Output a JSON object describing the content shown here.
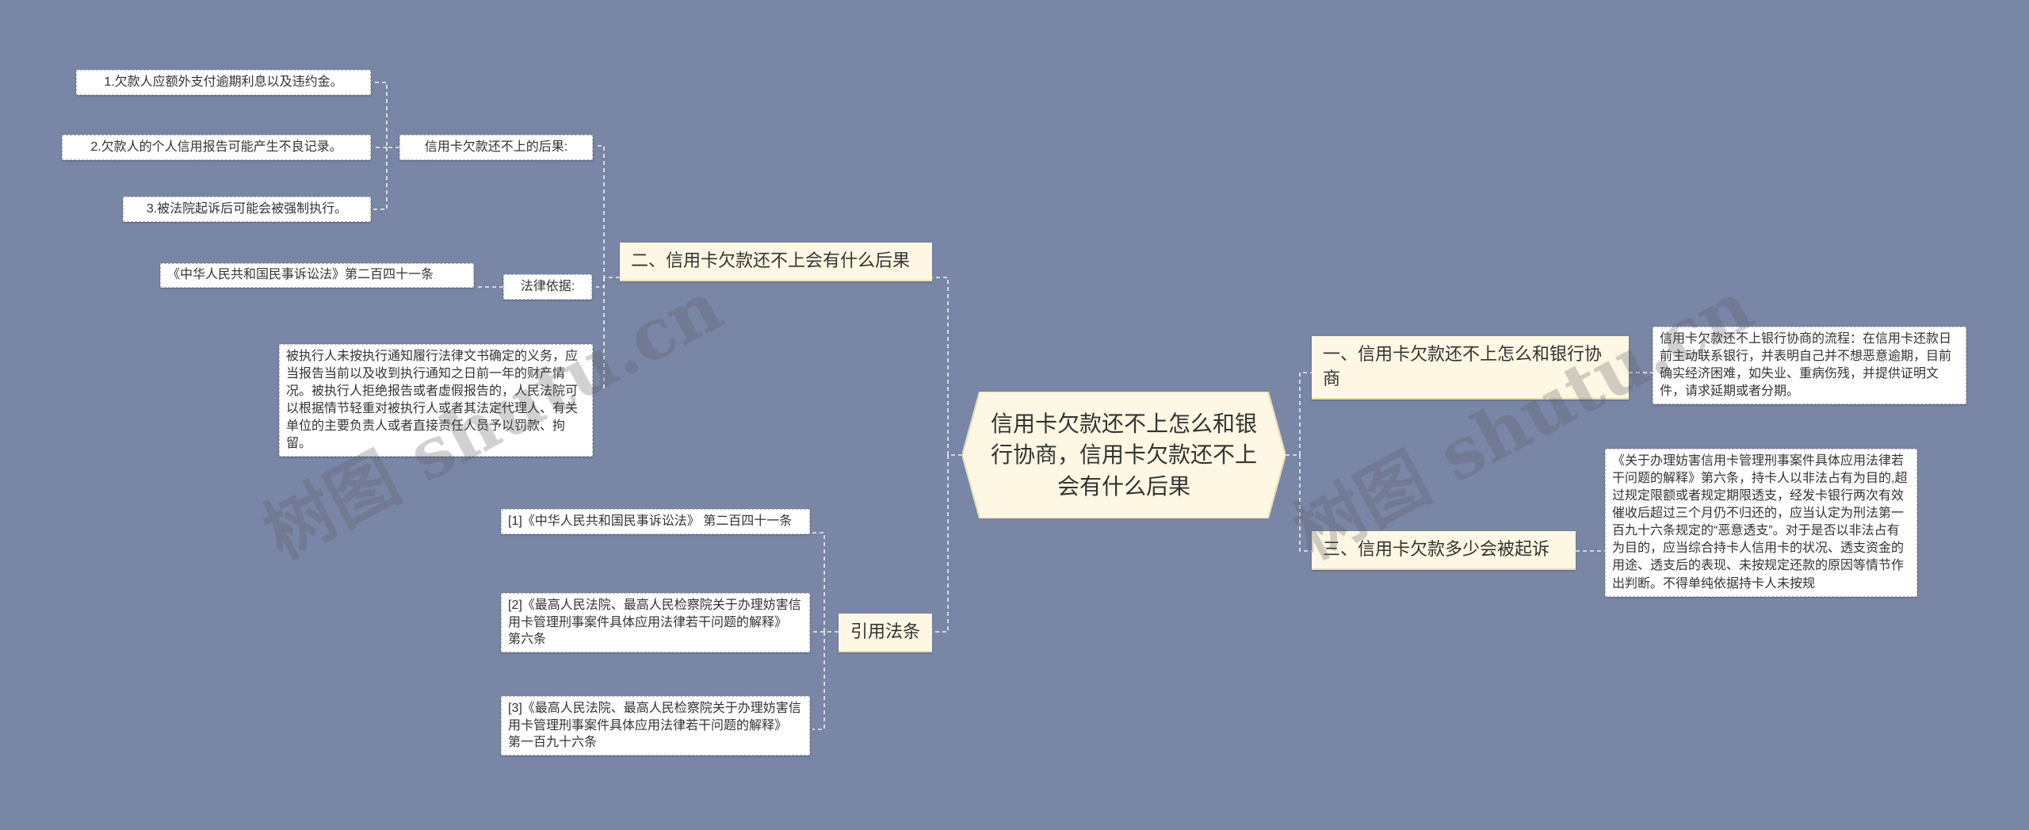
{
  "center": {
    "label": "信用卡欠款还不上怎么和银行协商，信用卡欠款还不上会有什么后果"
  },
  "branches": {
    "b1": "一、信用卡欠款还不上怎么和银行协商",
    "b2": "二、信用卡欠款还不上会有什么后果",
    "b3": "三、信用卡欠款多少会被起诉",
    "b4": "引用法条"
  },
  "left": {
    "consequences_label": "信用卡欠款还不上的后果:",
    "c1": "1.欠款人应额外支付逾期利息以及违约金。",
    "c2": "2.欠款人的个人信用报告可能产生不良记录。",
    "c3": "3.被法院起诉后可能会被强制执行。",
    "legal_basis_label": "法律依据:",
    "law1": "《中华人民共和国民事诉讼法》第二百四十一条",
    "law_text": "被执行人未按执行通知履行法律文书确定的义务，应当报告当前以及收到执行通知之日前一年的财产情况。被执行人拒绝报告或者虚假报告的，人民法院可以根据情节轻重对被执行人或者其法定代理人、有关单位的主要负责人或者直接责任人员予以罚款、拘留。",
    "ref1": "[1]《中华人民共和国民事诉讼法》 第二百四十一条",
    "ref2": "[2]《最高人民法院、最高人民检察院关于办理妨害信用卡管理刑事案件具体应用法律若干问题的解释》 第六条",
    "ref3": "[3]《最高人民法院、最高人民检察院关于办理妨害信用卡管理刑事案件具体应用法律若干问题的解释》 第一百九十六条"
  },
  "right": {
    "negotiate_text": "信用卡欠款还不上银行协商的流程：在信用卡还款日前主动联系银行，并表明自己并不想恶意逾期，目前确实经济困难，如失业、重病伤残，并提供证明文件，请求延期或者分期。",
    "prosecute_text": "《关于办理妨害信用卡管理刑事案件具体应用法律若干问题的解释》第六条，持卡人以非法占有为目的,超过规定限额或者规定期限透支，经发卡银行两次有效催收后超过三个月仍不归还的，应当认定为刑法第一百九十六条规定的“恶意透支”。对于是否以非法占有为目的，应当综合持卡人信用卡的状况、透支资金的用途、透支后的表现、未按规定还款的原因等情节作出判断。不得单纯依据持卡人未按规"
  },
  "watermarks": {
    "w1": "树图 shutu.cn",
    "w2": "树图 shutu.cn"
  },
  "colors": {
    "background": "#7a86a6",
    "branch_fill": "#fdf7e3",
    "leaf_fill": "#ffffff",
    "edge": "#f2f0e6"
  }
}
